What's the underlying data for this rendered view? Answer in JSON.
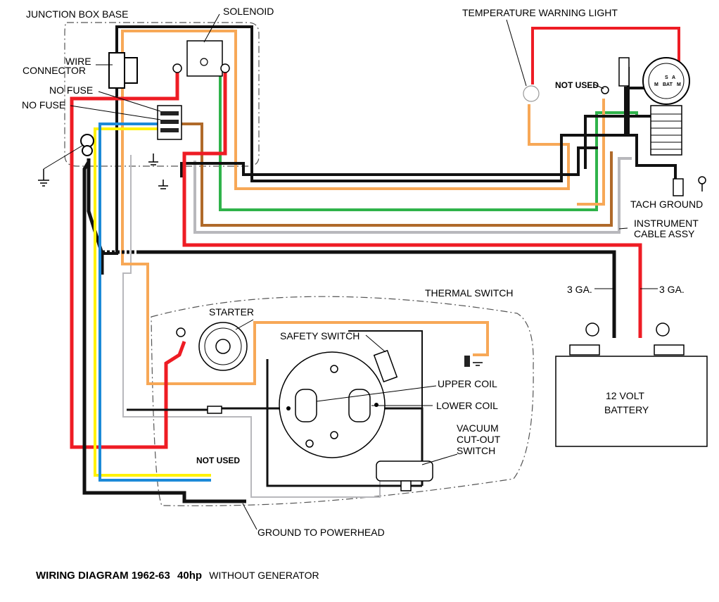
{
  "title": {
    "main": "WIRING DIAGRAM 1962-63",
    "hp": "40hp",
    "suffix": "WITHOUT GENERATOR"
  },
  "labels": {
    "junction_box_base": "JUNCTION BOX BASE",
    "solenoid": "SOLENOID",
    "wire_connector_1": "WIRE",
    "wire_connector_2": "CONNECTOR",
    "no_fuse_1": "NO FUSE",
    "no_fuse_2": "NO FUSE",
    "temperature_warning_light": "TEMPERATURE WARNING LIGHT",
    "not_used_top": "NOT USED",
    "tach_ground": "TACH GROUND",
    "instrument_cable_1": "INSTRUMENT",
    "instrument_cable_2": "CABLE ASSY",
    "thermal_switch": "THERMAL SWITCH",
    "starter": "STARTER",
    "safety_switch": "SAFETY SWITCH",
    "upper_coil": "UPPER COIL",
    "lower_coil": "LOWER COIL",
    "vacuum_1": "VACUUM",
    "vacuum_2": "CUT-OUT",
    "vacuum_3": "SWITCH",
    "not_used_bottom": "NOT USED",
    "ground_to_powerhead": "GROUND TO POWERHEAD",
    "gauge_left": "3 GA.",
    "gauge_right": "3 GA.",
    "battery_1": "12 VOLT",
    "battery_2": "BATTERY",
    "ign_s": "S",
    "ign_a": "A",
    "ign_m_left": "M",
    "ign_bat": "BAT",
    "ign_m_right": "M"
  },
  "colors": {
    "red": "#ee1c24",
    "black": "#111111",
    "orange": "#f7a857",
    "brown": "#b06a2a",
    "green": "#2fb34a",
    "yellow": "#fff200",
    "blue": "#1c8ad8",
    "gray": "#b8b8bc"
  }
}
